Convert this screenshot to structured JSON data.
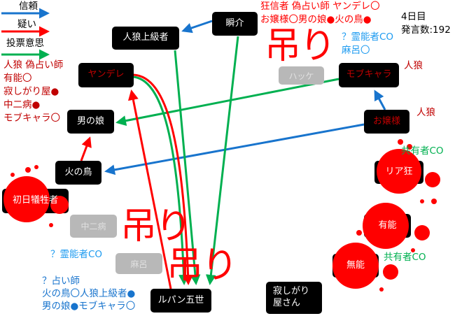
{
  "legend": {
    "trust": "信頼",
    "doubt": "疑い",
    "vote": "投票意思"
  },
  "colors": {
    "trust": "#1874cd",
    "doubt": "#ff0000",
    "vote": "#00b050",
    "red_text": "#c00000",
    "cyan": "#1e9bf0"
  },
  "info": {
    "day": "4日目",
    "remarks": "発言数:192"
  },
  "notes": {
    "werewolf_fake_seer": [
      "人狼 偽占い師",
      "有能〇",
      "寂しがり屋●",
      "中二病●",
      "モブキャラ〇"
    ],
    "fanatic_fake_seer": [
      "狂信者 偽占い師 ヤンデレ〇",
      "お嬢様〇男の娘●火の鳥●"
    ],
    "medium_co_top": [
      "？霊能者CO",
      "麻呂〇"
    ],
    "mobchara_role": "人狼",
    "ojousama_role": "人狼",
    "shared_co_1": "共有者CO",
    "shared_co_2": "共有者CO",
    "medium_co_left": "？霊能者CO",
    "seer_left": [
      "？占い師",
      "火の鳥〇人狼上級者●",
      "男の娘●モブキャラ〇"
    ]
  },
  "players": {
    "jinrou_joukyuu": "人狼上級者",
    "shunsuke": "瞬介",
    "yandere": "ヤンデレ",
    "otokonoko": "男の娘",
    "hinotori": "火の鳥",
    "shonichi": "初日犠牲者",
    "chuunibyou": "中二病",
    "maro": "麻呂",
    "lupin": "ルパン五世",
    "hakken": "ハッケ",
    "mobchara": "モブキャラ",
    "ojousama": "お嬢様",
    "riakyou": "リア狂",
    "yuunou": "有能",
    "munou": "無能",
    "sabishigari": "寂しがり屋さん"
  },
  "hanged_label": "吊り"
}
